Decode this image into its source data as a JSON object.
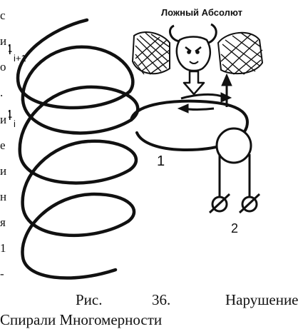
{
  "left_text": {
    "fragments": [
      "с",
      "и",
      "о",
      ".",
      "и",
      "е",
      "и",
      "н",
      "я",
      "1",
      "-"
    ]
  },
  "figure": {
    "title_label": "Ложный Абсолют",
    "spiral_label_upper": "4",
    "spiral_label_upper_sub": "i+1",
    "spiral_label_lower": "4",
    "spiral_label_lower_sub": "i",
    "loop_label": "1",
    "element_label": "2",
    "icons": [
      "horned-face-icon",
      "spiral-icon",
      "arrow-down-icon",
      "arrow-up-icon",
      "circular-arrows-icon",
      "ground-symbol-icon"
    ]
  },
  "caption": {
    "word_fig": "Рис.",
    "number": "36.",
    "word_violation": "Нарушение",
    "line2": "Спирали Многомерности"
  },
  "colors": {
    "ink": "#111111",
    "background": "#ffffff"
  }
}
